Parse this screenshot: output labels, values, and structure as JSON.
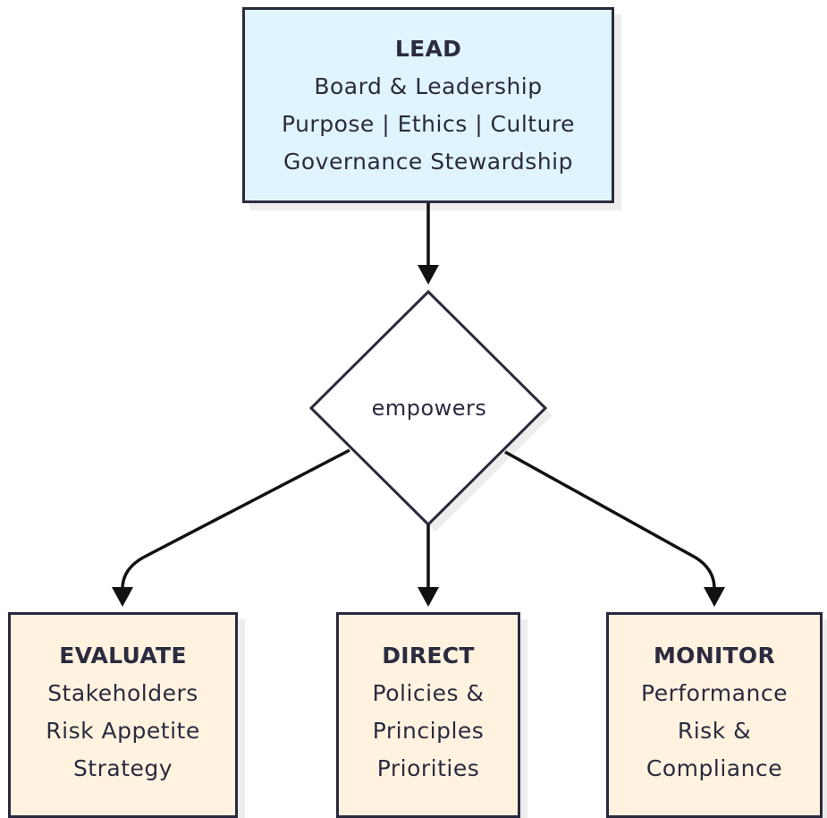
{
  "lead": {
    "title": "LEAD",
    "lines": [
      "Board & Leadership",
      "Purpose | Ethics | Culture",
      "Governance Stewardship"
    ]
  },
  "decision": {
    "label": "empowers"
  },
  "evaluate": {
    "title": "EVALUATE",
    "lines": [
      "Stakeholders",
      "Risk Appetite",
      "Strategy"
    ]
  },
  "direct": {
    "title": "DIRECT",
    "lines": [
      "Policies &",
      "Principles",
      "Priorities"
    ]
  },
  "monitor": {
    "title": "MONITOR",
    "lines": [
      "Performance",
      "Risk &",
      "Compliance"
    ]
  },
  "colors": {
    "lead_fill": "#e0f4fd",
    "phase_fill": "#fff3e0",
    "stroke": "#2a2a3e",
    "edge": "#111111"
  }
}
